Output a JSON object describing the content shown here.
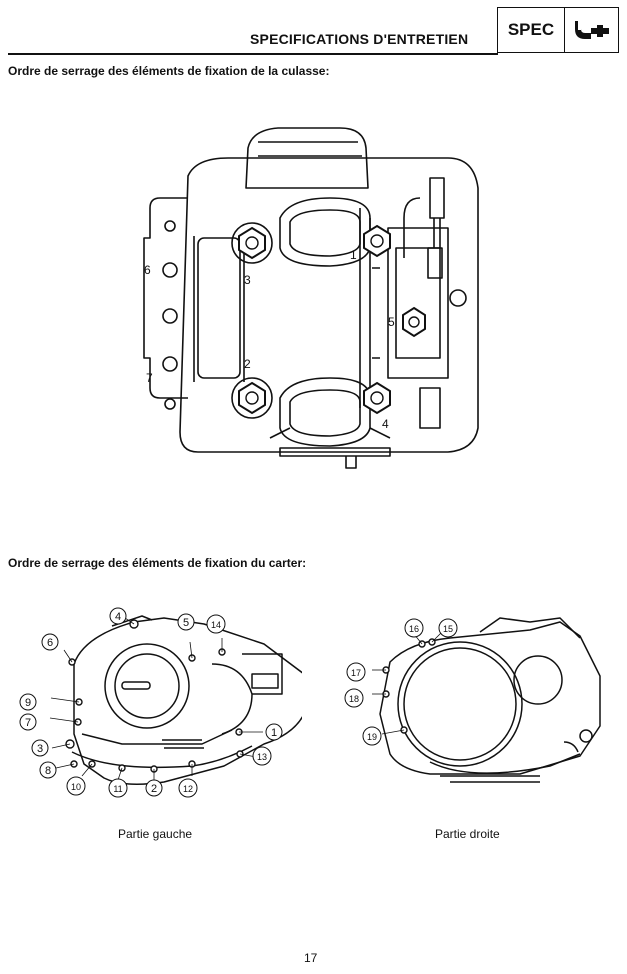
{
  "header": {
    "title": "SPECIFICATIONS D'ENTRETIEN",
    "badge_label": "SPEC",
    "badge_icon": "wrench-icon"
  },
  "section_cylinder_head": {
    "heading": "Ordre de serrage des éléments de fixation de la culasse:",
    "callouts": [
      "1",
      "2",
      "3",
      "4",
      "5",
      "6",
      "7"
    ]
  },
  "section_crankcase": {
    "heading": "Ordre de serrage des éléments de fixation du carter:",
    "left_caption": "Partie gauche",
    "right_caption": "Partie droite",
    "left_callouts": [
      "1",
      "2",
      "3",
      "4",
      "5",
      "6",
      "7",
      "8",
      "9",
      "10",
      "11",
      "12",
      "13",
      "14"
    ],
    "right_callouts": [
      "15",
      "16",
      "17",
      "18",
      "19"
    ]
  },
  "footer": {
    "page_number": "17"
  }
}
